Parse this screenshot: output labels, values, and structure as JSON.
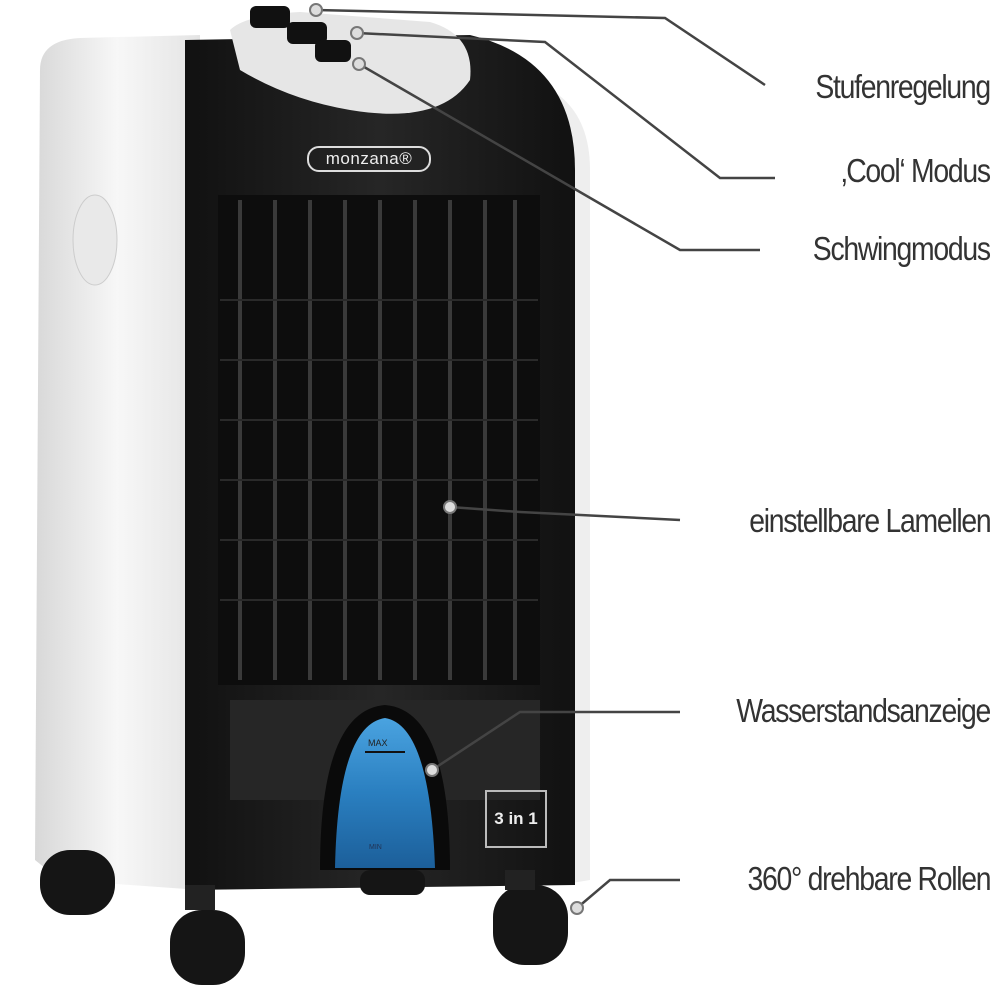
{
  "product": {
    "brand_logo": "monzana®",
    "badge": "3 in 1",
    "tank_max": "MAX",
    "tank_min": "MIN"
  },
  "annotations": [
    {
      "label": "Stufenregelung"
    },
    {
      "label": "‚Cool‘ Modus"
    },
    {
      "label": "Schwingmodus"
    },
    {
      "label": "einstellbare Lamellen"
    },
    {
      "label": "Wasserstandsanzeige"
    },
    {
      "label": "360° drehbare Rollen"
    }
  ],
  "colors": {
    "body_black": "#1c1c1c",
    "body_white": "#f2f2f2",
    "tank_blue": "#2a7fc0",
    "label_text": "#333333"
  }
}
